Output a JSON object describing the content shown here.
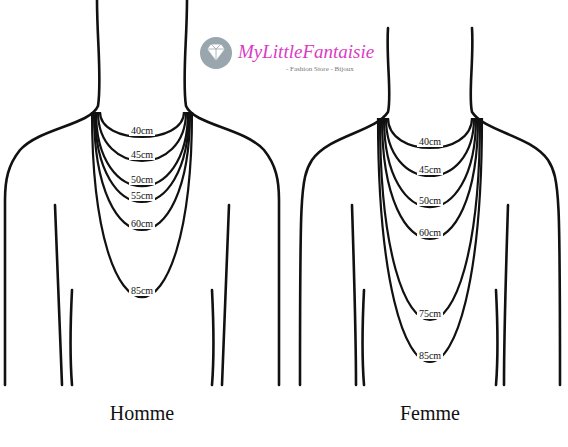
{
  "diagram": {
    "labels": [
      "MyLittleFantaisie",
      "- Fashion Store - Bijoux",
      "40cm",
      "45cm",
      "50cm",
      "55cm",
      "60cm",
      "85cm",
      "40cm",
      "45cm",
      "50cm",
      "60cm",
      "75cm",
      "85cm",
      "Homme",
      "Femme"
    ]
  }
}
